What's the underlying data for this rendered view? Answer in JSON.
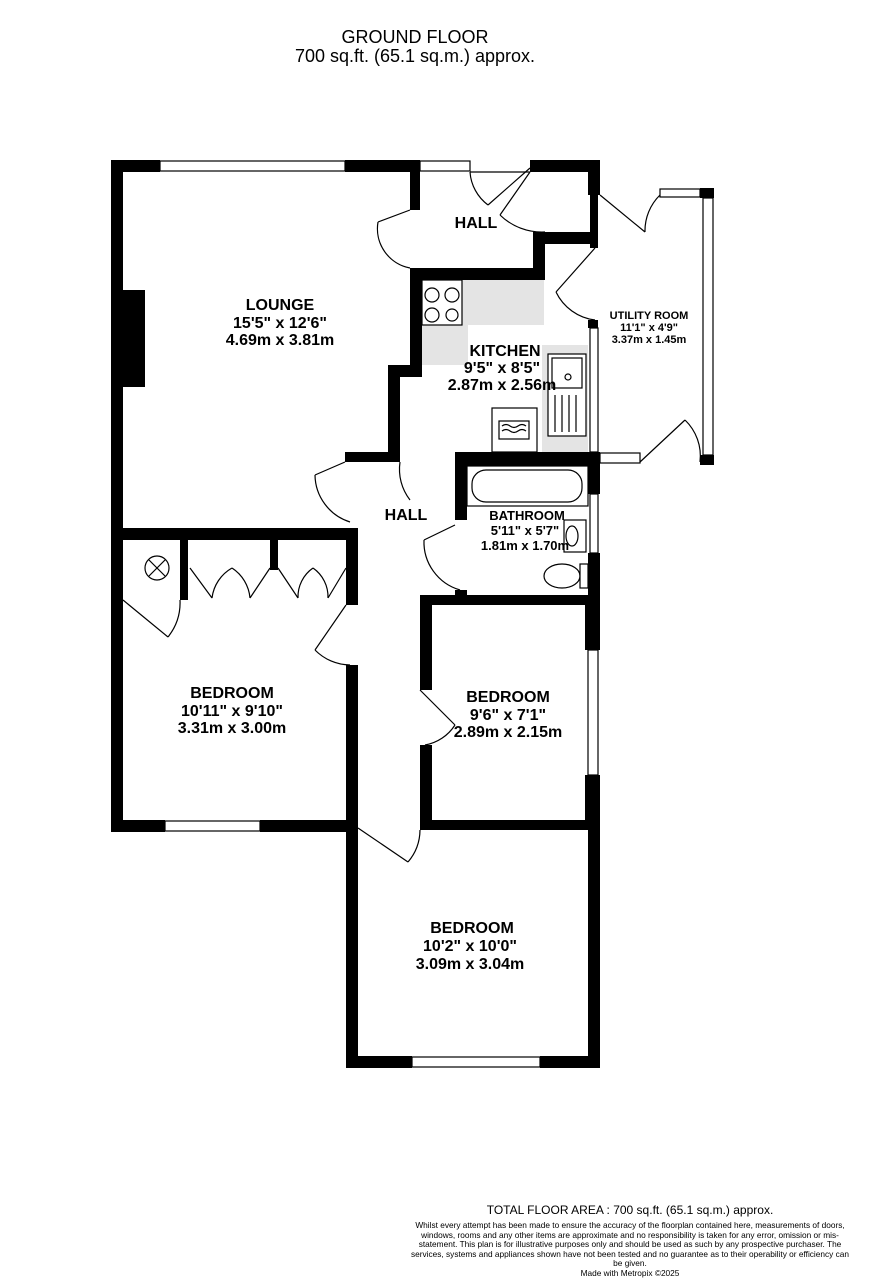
{
  "header": {
    "floor": "GROUND FLOOR",
    "area": "700 sq.ft. (65.1 sq.m.) approx."
  },
  "rooms": {
    "lounge": {
      "name": "LOUNGE",
      "imperial": "15'5\"  x 12'6\"",
      "metric": "4.69m  x 3.81m"
    },
    "hall_top": {
      "name": "HALL"
    },
    "kitchen": {
      "name": "KITCHEN",
      "imperial": "9'5\"  x 8'5\"",
      "metric": "2.87m  x 2.56m"
    },
    "utility": {
      "name": "UTILITY ROOM",
      "imperial": "11'1\"  x 4'9\"",
      "metric": "3.37m  x 1.45m"
    },
    "hall_mid": {
      "name": "HALL"
    },
    "bathroom": {
      "name": "BATHROOM",
      "imperial": "5'11\"  x 5'7\"",
      "metric": "1.81m  x 1.70m"
    },
    "bedroom1": {
      "name": "BEDROOM",
      "imperial": "10'11\"  x 9'10\"",
      "metric": "3.31m  x 3.00m"
    },
    "bedroom2": {
      "name": "BEDROOM",
      "imperial": "9'6\"  x 7'1\"",
      "metric": "2.89m  x 2.15m"
    },
    "bedroom3": {
      "name": "BEDROOM",
      "imperial": "10'2\"  x 10'0\"",
      "metric": "3.09m  x 3.04m"
    }
  },
  "footer": {
    "total": "TOTAL FLOOR AREA : 700 sq.ft. (65.1 sq.m.) approx.",
    "disclaimer": "Whilst every attempt has been made to ensure the accuracy of the floorplan contained here, measurements of doors, windows, rooms and any other items are approximate and no responsibility is taken for any error, omission or mis-statement. This plan is for illustrative purposes only and should be used as such by any prospective purchaser. The services, systems and appliances shown have not been tested and no guarantee as to their operability or efficiency can be given.",
    "credit": "Made with Metropix ©2025"
  }
}
